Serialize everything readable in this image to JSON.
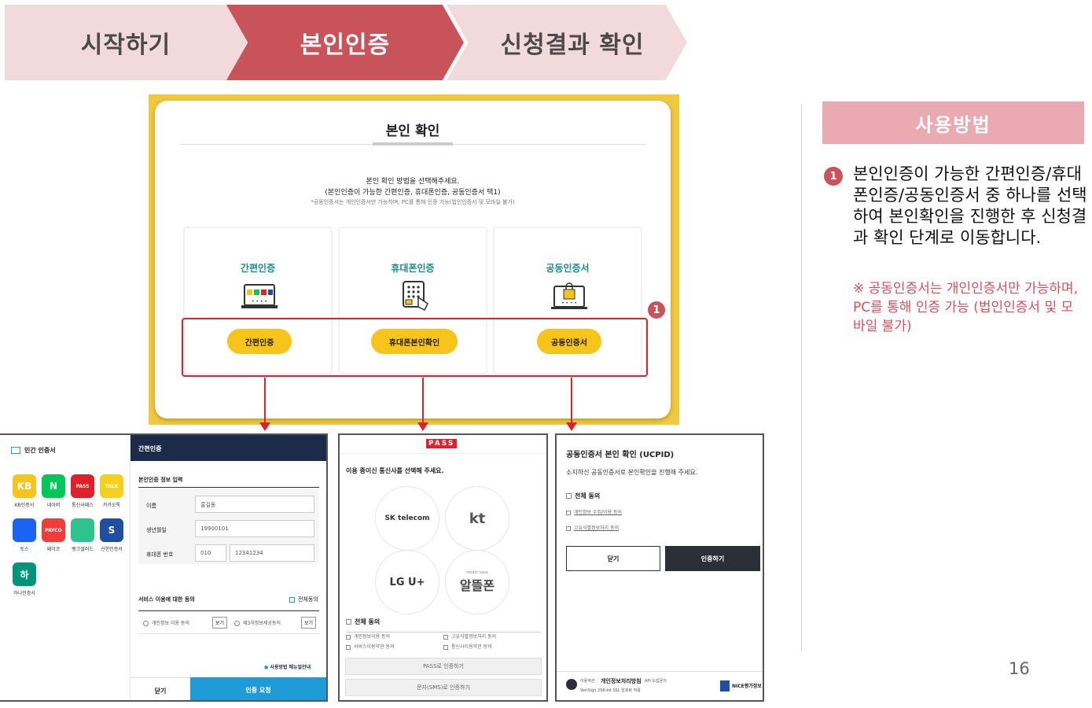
{
  "steps": [
    "시작하기",
    "본인인증",
    "신청결과 확인"
  ],
  "card": {
    "title": "본인 확인",
    "instruction1": "본인 확인 방법을 선택해주세요.",
    "instruction2": "(본인인증이 가능한 간편인증, 휴대폰인증, 공동인증서 택1)",
    "instruction3": "*공동인증서는 개인인증서만 가능하며, PC를 통해 인증 가능(법인인증서 및 모바일 불가)",
    "options": [
      {
        "title": "간편인증",
        "button": "간편인증",
        "icon": "simple-auth-icon"
      },
      {
        "title": "휴대폰인증",
        "button": "휴대폰본인확인",
        "icon": "phone-keypad-icon"
      },
      {
        "title": "공동인증서",
        "button": "공동인증서",
        "icon": "certificate-icon"
      }
    ],
    "badge": "1"
  },
  "simple_auth": {
    "sidebar_title": "민간 인증서",
    "apps": [
      {
        "label": "KB인증서",
        "text": "KB",
        "color": "#f7c41b"
      },
      {
        "label": "네이버",
        "text": "N",
        "color": "#03c75a"
      },
      {
        "label": "통신사패스",
        "text": "PASS",
        "color": "#e0202b"
      },
      {
        "label": "카카오톡",
        "text": "TALK",
        "color": "#f7d01e"
      },
      {
        "label": "토스",
        "text": "",
        "color": "#1b64f3"
      },
      {
        "label": "페이코",
        "text": "PAYCO",
        "color": "#f23b3b"
      },
      {
        "label": "뱅크샐러드",
        "text": "",
        "color": "#2ec28e"
      },
      {
        "label": "신한인증서",
        "text": "S",
        "color": "#1f4fa3"
      },
      {
        "label": "하나인증서",
        "text": "하",
        "color": "#00957a"
      }
    ],
    "header": "간편인증",
    "section_title": "본인인증 정보 입력",
    "fields": [
      {
        "label": "이름",
        "value": "홍길동"
      },
      {
        "label": "생년월일",
        "value": "19900101"
      },
      {
        "label": "휴대폰 번호",
        "prefix": "010",
        "value": "12341234"
      }
    ],
    "consent_title": "서비스 이용에 대한 동의",
    "consent_all": "전체동의",
    "consent_items": [
      "개인정보 이용 동의",
      "제3자정보제공동의"
    ],
    "view_label": "보기",
    "manual_link": "사용방법 매뉴얼안내",
    "close": "닫기",
    "request": "인증 요청"
  },
  "pass": {
    "logo": "PASS",
    "prompt": "이용 중이신 통신사를 선택해 주세요.",
    "carriers": [
      "SK telecom",
      "kt",
      "LG U+",
      "알뜰폰"
    ],
    "carrier_sub": "smart save",
    "agree_all": "전체 동의",
    "agreements": [
      "개인정보이용 동의",
      "고유식별정보처리 동의",
      "서비스이용약관 동의",
      "통신사이용약관 동의"
    ],
    "btn_pass": "PASS로 인증하기",
    "btn_sms": "문자(SMS)로 인증하기"
  },
  "ucpid": {
    "title": "공동인증서 본인 확인 (UCPID)",
    "desc": "소지하신 공동인증서로 본인확인을 진행해 주세요.",
    "agree_all": "전체 동의",
    "agreements": [
      "개인정보 수집/이용 동의",
      "고유식별정보처리 동의"
    ],
    "close": "닫기",
    "confirm": "인증하기",
    "footer_label": "이용약관",
    "footer_title": "개인정보처리방침",
    "footer_sub": "VeriSign 256-bit SSL 암호화 적용",
    "footer_api": "API 도입문의",
    "footer_brand": "NICE평가정보"
  },
  "usage": {
    "title": "사용방법",
    "badge": "1",
    "text": "본인인증이 가능한 간편인증/휴대폰인증/공동인증서 중 하나를 선택하여 본인확인을 진행한 후 신청결과 확인 단계로 이동합니다.",
    "note": "※ 공동인증서는 개인인증서만 가능하며, PC를 통해 인증 가능 (법인인증서 및 모바일 불가)"
  },
  "page_number": "16",
  "colors": {
    "accent": "#c8535a",
    "light": "#f2d9dc",
    "yellow": "#f7c41b",
    "red": "#e0202b",
    "navy": "#1d2b4a",
    "blue": "#1f9bd7"
  }
}
